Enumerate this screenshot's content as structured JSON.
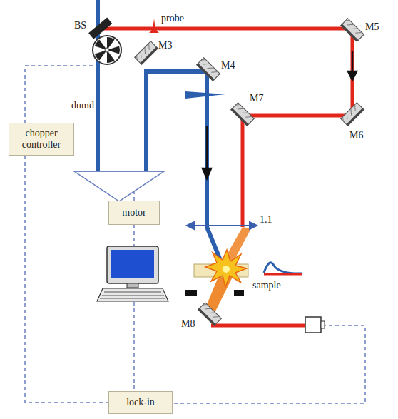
{
  "diagram": {
    "nodes": [
      {
        "text": [
          "chopper controller"
        ]
      },
      {
        "text": [
          "motor"
        ]
      },
      {
        "text": [
          "lock-in"
        ]
      }
    ],
    "edges": [
      {
        "from": 0,
        "to": 2,
        "arrow": "none"
      },
      {
        "from": 1,
        "to": 2,
        "arrow": "none"
      }
    ],
    "labels": [
      "BS",
      "probe",
      "M5",
      "M3",
      "M4",
      "M7",
      "M6",
      "dumd",
      "1.1",
      "sample",
      "M8"
    ]
  }
}
